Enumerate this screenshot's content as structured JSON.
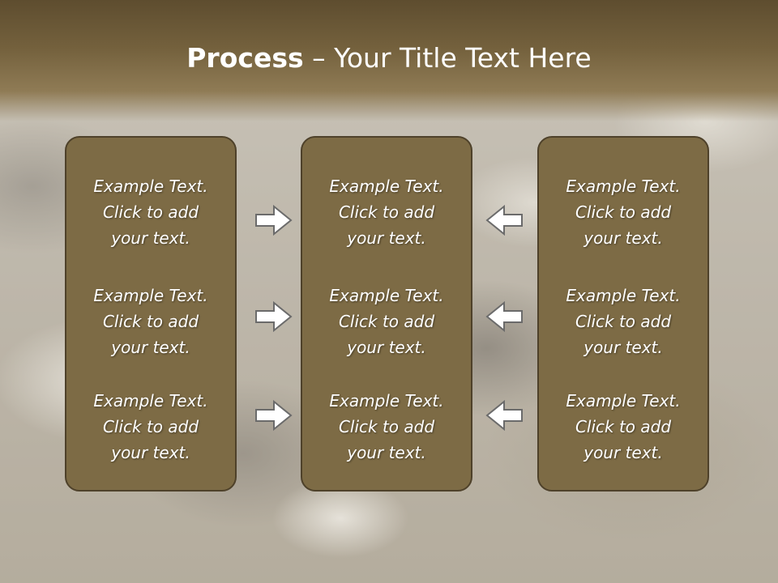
{
  "slide": {
    "title_bold": "Process",
    "title_rest": " – Your Title Text Here"
  },
  "columns": [
    {
      "items": [
        {
          "line1": "Example Text.",
          "line2": "Click  to add",
          "line3": "your text."
        },
        {
          "line1": "Example Text.",
          "line2": "Click  to add",
          "line3": "your text."
        },
        {
          "line1": "Example Text.",
          "line2": "Click  to add",
          "line3": "your text."
        }
      ]
    },
    {
      "items": [
        {
          "line1": "Example Text.",
          "line2": "Click  to add",
          "line3": "your text."
        },
        {
          "line1": "Example Text.",
          "line2": "Click  to add",
          "line3": "your text."
        },
        {
          "line1": "Example Text.",
          "line2": "Click  to add",
          "line3": "your text."
        }
      ]
    },
    {
      "items": [
        {
          "line1": "Example Text.",
          "line2": "Click  to add",
          "line3": "your text."
        },
        {
          "line1": "Example Text.",
          "line2": "Click  to add",
          "line3": "your text."
        },
        {
          "line1": "Example Text.",
          "line2": "Click  to add",
          "line3": "your text."
        }
      ]
    }
  ],
  "arrows": {
    "left_group": "right-arrow-icon",
    "right_group": "left-arrow-icon"
  },
  "colors": {
    "header": "#74613d",
    "panel_fill": "#7d6b45",
    "panel_border": "#4e412a",
    "text": "#ffffff",
    "arrow_fill": "#ffffff",
    "arrow_stroke": "#6b6b6b"
  }
}
